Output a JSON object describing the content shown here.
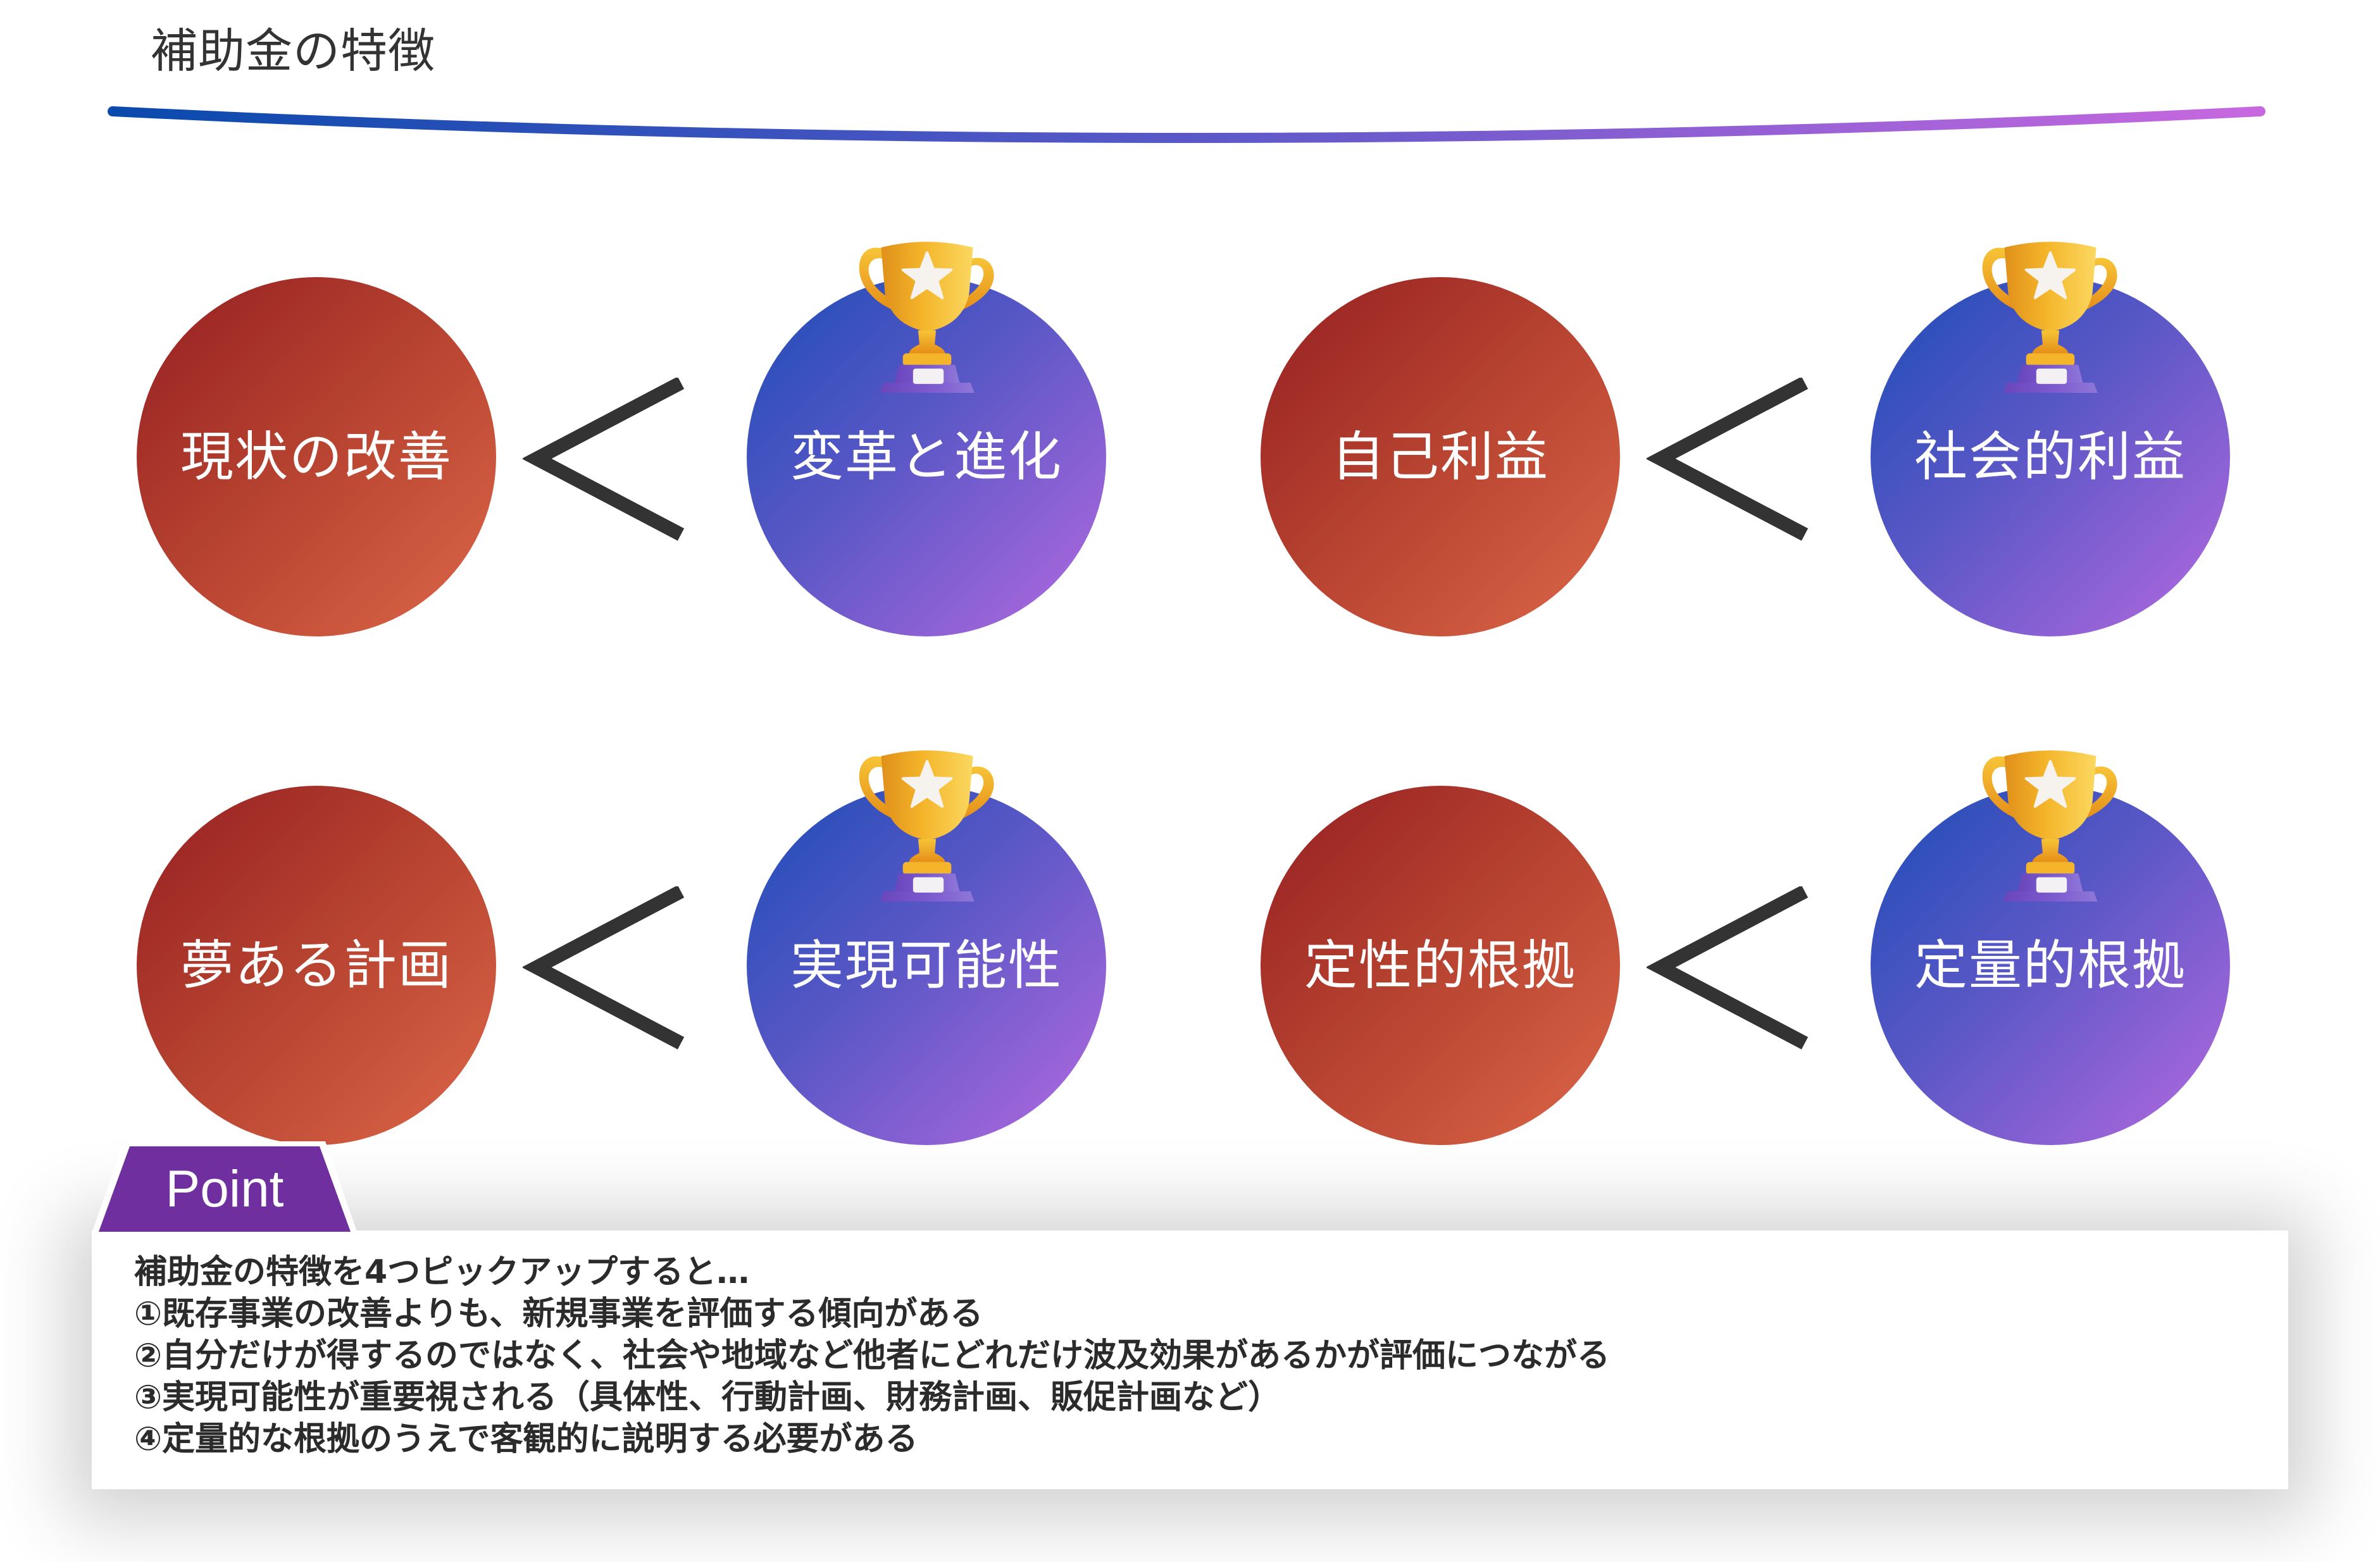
{
  "header": {
    "title": "補助金の特徴",
    "line_colors": {
      "start": "#0a4aad",
      "end": "#c868e0"
    }
  },
  "comparisons": [
    {
      "lesser": "現状の改善",
      "greater": "変革と進化",
      "symbol": "<"
    },
    {
      "lesser": "自己利益",
      "greater": "社会的利益",
      "symbol": "<"
    },
    {
      "lesser": "夢ある計画",
      "greater": "実現可能性",
      "symbol": "<"
    },
    {
      "lesser": "定性的根拠",
      "greater": "定量的根拠",
      "symbol": "<"
    }
  ],
  "colors": {
    "lesser_gradient": [
      "#951f22",
      "#dc6748"
    ],
    "greater_gradient": [
      "#1c4db6",
      "#b56ae0"
    ],
    "trophy_gold": "#f5b82a",
    "trophy_base": "#7a5bc8",
    "point_tab": "#6f2f9e",
    "text_dark": "#2b2b2b"
  },
  "icons": {
    "greater_badge": "trophy-icon",
    "comparison": "less-than-chevron-icon"
  },
  "point": {
    "label": "Point",
    "lines": [
      "補助金の特徴を4つピックアップすると…",
      "①既存事業の改善よりも、新規事業を評価する傾向がある",
      "②自分だけが得するのではなく、社会や地域など他者にどれだけ波及効果があるかが評価につながる",
      "③実現可能性が重要視される（具体性、行動計画、財務計画、販促計画など）",
      "④定量的な根拠のうえで客観的に説明する必要がある"
    ]
  }
}
